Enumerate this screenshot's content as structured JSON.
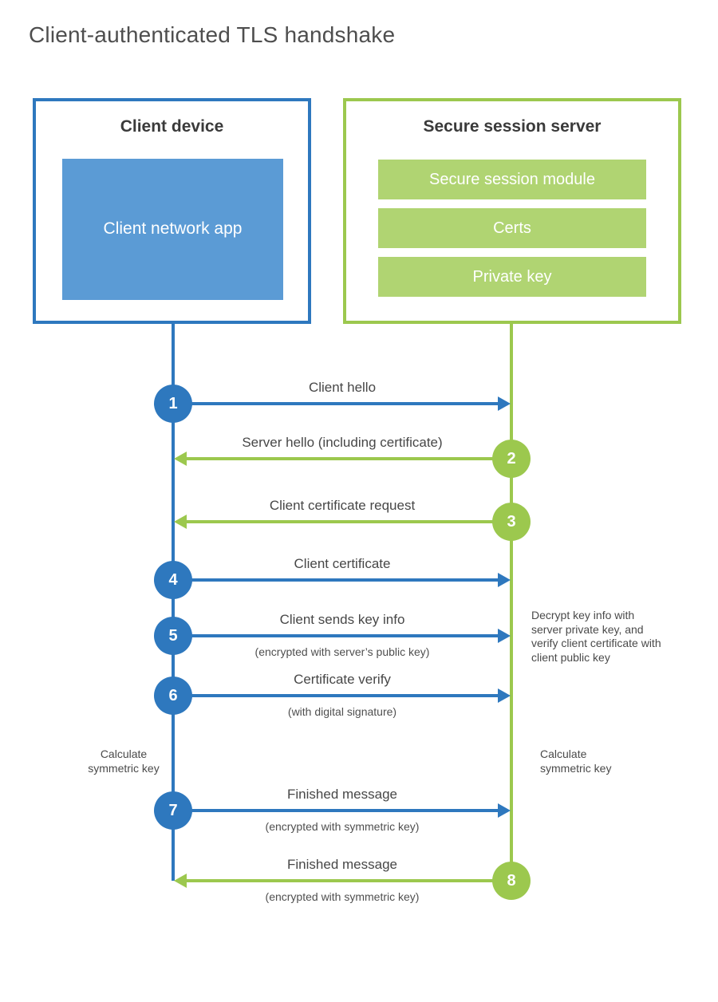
{
  "title": "Client-authenticated TLS handshake",
  "colors": {
    "blue": "#2e78be",
    "blue_fill": "#5b9bd5",
    "green": "#9cc84e",
    "green_fill": "#b0d472"
  },
  "client": {
    "title": "Client device",
    "app_label": "Client network app"
  },
  "server": {
    "title": "Secure session server",
    "modules": [
      "Secure session module",
      "Certs",
      "Private key"
    ]
  },
  "steps": [
    {
      "num": "1",
      "from": "client",
      "label": "Client hello",
      "sublabel": ""
    },
    {
      "num": "2",
      "from": "server",
      "label": "Server hello (including certificate)",
      "sublabel": ""
    },
    {
      "num": "3",
      "from": "server",
      "label": "Client certificate request",
      "sublabel": ""
    },
    {
      "num": "4",
      "from": "client",
      "label": "Client certificate",
      "sublabel": ""
    },
    {
      "num": "5",
      "from": "client",
      "label": "Client sends key info",
      "sublabel": "(encrypted with server’s public key)"
    },
    {
      "num": "6",
      "from": "client",
      "label": "Certificate verify",
      "sublabel": "(with digital signature)"
    },
    {
      "num": "7",
      "from": "client",
      "label": "Finished message",
      "sublabel": "(encrypted with symmetric key)"
    },
    {
      "num": "8",
      "from": "server",
      "label": "Finished message",
      "sublabel": "(encrypted with symmetric key)"
    }
  ],
  "notes": {
    "decrypt_note": "Decrypt key info with server private key, and verify client certificate with client public key",
    "calculate_left": "Calculate symmetric key",
    "calculate_right": "Calculate symmetric key"
  }
}
